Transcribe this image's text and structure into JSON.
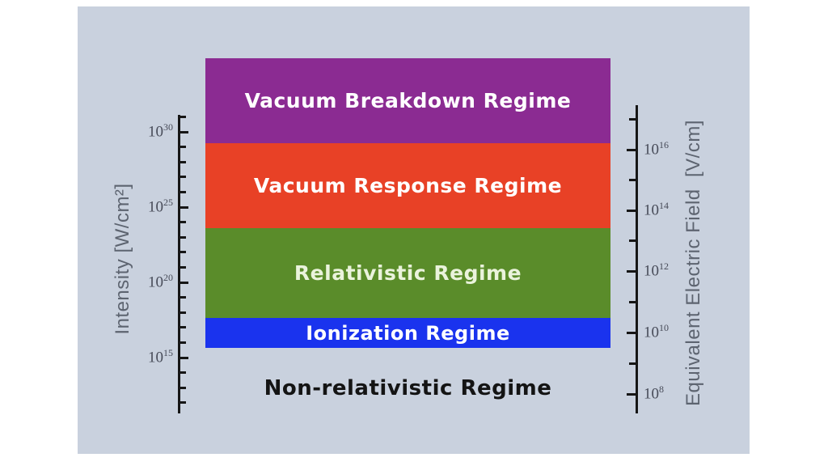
{
  "colors": {
    "slide_background": "#c9d1de",
    "outer_background": "#ffffff",
    "axis_line": "#161616",
    "tick_label": "#474b58",
    "axis_title": "#5d6470",
    "bottom_label": "#141414"
  },
  "axes": {
    "left": {
      "title": "Intensity [W/cm²]",
      "tick_base": "10",
      "tick_exponents": [
        "30",
        "25",
        "20",
        "15"
      ]
    },
    "right": {
      "title": "Equivalent Electric Field  [V/cm]",
      "tick_base": "10",
      "tick_exponents": [
        "16",
        "14",
        "12",
        "10",
        "8"
      ]
    }
  },
  "bands": [
    {
      "label": "Vacuum Breakdown Regime",
      "color": "#8b2b92",
      "text_color": "#ffffff"
    },
    {
      "label": "Vacuum Response Regime",
      "color": "#e84126",
      "text_color": "#ffffff"
    },
    {
      "label": "Relativistic Regime",
      "color": "#5a8c2a",
      "text_color": "#eaf3dc"
    },
    {
      "label": "Ionization Regime",
      "color": "#1a33ee",
      "text_color": "#ffffff"
    }
  ],
  "bottom_label": "Non-relativistic Regime"
}
